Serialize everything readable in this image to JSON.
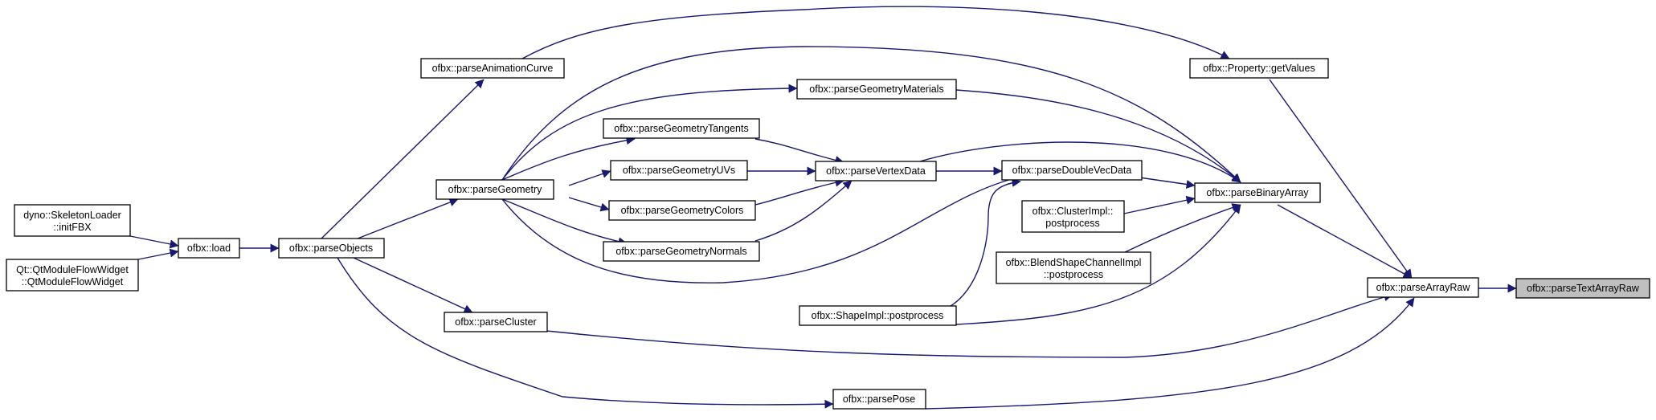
{
  "colors": {
    "edge": "#191970",
    "node_border": "#000000",
    "node_fill": "#ffffff",
    "current_fill": "#bfbfbf"
  },
  "nodes": {
    "skeleton_loader": [
      "dyno::SkeletonLoader",
      "::initFBX"
    ],
    "qt_module_flow_widget": [
      "Qt::QtModuleFlowWidget",
      "::QtModuleFlowWidget"
    ],
    "load": [
      "ofbx::load"
    ],
    "parse_objects": [
      "ofbx::parseObjects"
    ],
    "parse_animation_curve": [
      "ofbx::parseAnimationCurve"
    ],
    "parse_geometry": [
      "ofbx::parseGeometry"
    ],
    "parse_cluster": [
      "ofbx::parseCluster"
    ],
    "parse_pose": [
      "ofbx::parsePose"
    ],
    "parse_geometry_materials": [
      "ofbx::parseGeometryMaterials"
    ],
    "parse_geometry_tangents": [
      "ofbx::parseGeometryTangents"
    ],
    "parse_geometry_uvs": [
      "ofbx::parseGeometryUVs"
    ],
    "parse_geometry_colors": [
      "ofbx::parseGeometryColors"
    ],
    "parse_geometry_normals": [
      "ofbx::parseGeometryNormals"
    ],
    "parse_vertex_data": [
      "ofbx::parseVertexData"
    ],
    "parse_double_vec_data": [
      "ofbx::parseDoubleVecData"
    ],
    "cluster_impl_postprocess": [
      "ofbx::ClusterImpl::",
      "postprocess"
    ],
    "blend_shape_channel_postprocess": [
      "ofbx::BlendShapeChannelImpl",
      "::postprocess"
    ],
    "shape_impl_postprocess": [
      "ofbx::ShapeImpl::postprocess"
    ],
    "property_get_values": [
      "ofbx::Property::getValues"
    ],
    "parse_binary_array": [
      "ofbx::parseBinaryArray"
    ],
    "parse_array_raw": [
      "ofbx::parseArrayRaw"
    ],
    "parse_text_array_raw": [
      "ofbx::parseTextArrayRaw"
    ]
  }
}
